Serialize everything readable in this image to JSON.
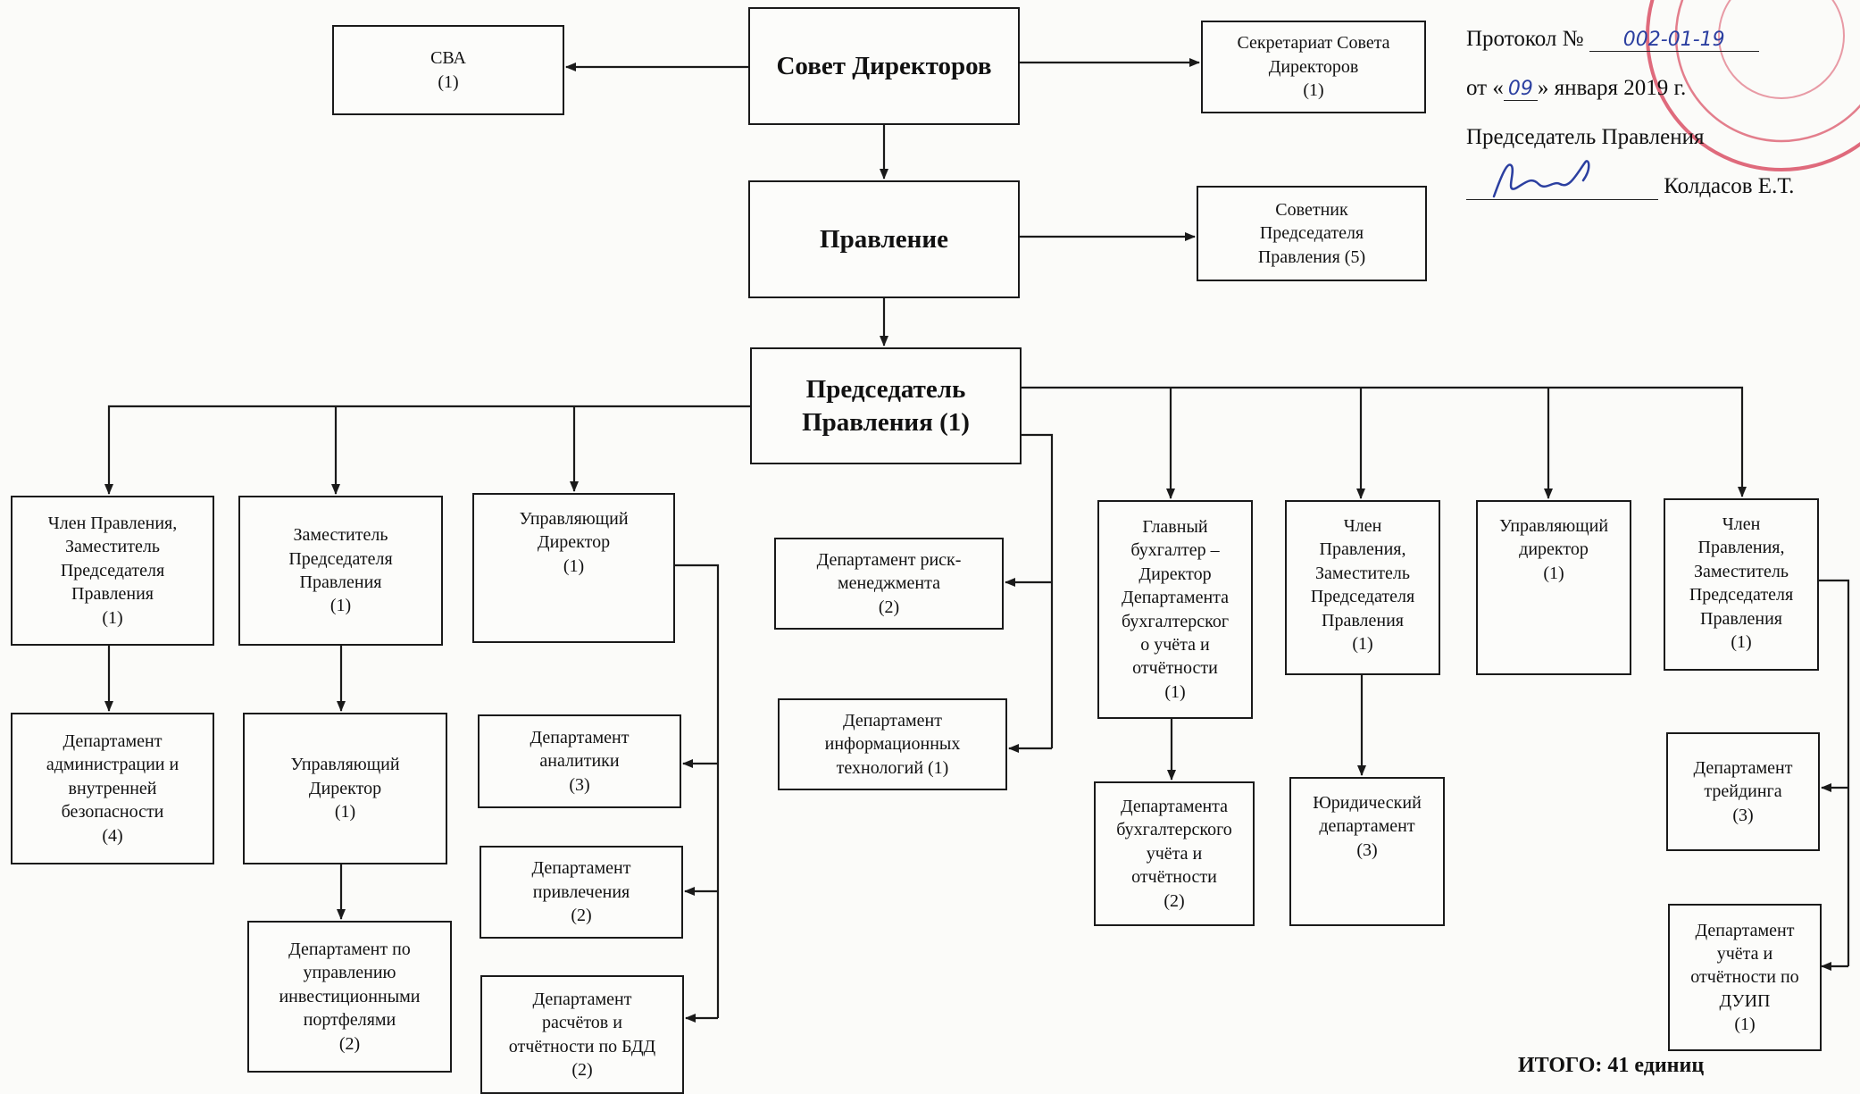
{
  "header": {
    "protocol_label": "Протокол №",
    "protocol_number": "002-01-19",
    "date_prefix": "от «",
    "date_day": "09",
    "date_suffix": "» января 2019 г.",
    "signer_title": "Председатель Правления",
    "signer_name": "Колдасов Е.Т."
  },
  "units": {
    "sva": "СВА\n(1)",
    "board_of_directors": "Совет Директоров",
    "bod_secretariat": "Секретариат Совета\nДиректоров\n(1)",
    "management_board": "Правление",
    "chairman_advisor": "Советник\nПредседателя\nПравления (5)",
    "chairman": "Председатель\nПравления (1)",
    "member_deputy_1": "Член Правления,\nЗаместитель\nПредседателя\nПравления\n(1)",
    "deputy_chairman": "Заместитель\nПредседателя\nПравления\n(1)",
    "managing_director_1": "Управляющий\nДиректор\n(1)",
    "risk_dept": "Департамент риск-\nменеджмента\n(2)",
    "it_dept": "Департамент\nинформационных\nтехнологий (1)",
    "chief_accountant": "Главный\nбухгалтер –\nДиректор\nДепартамента\nбухгалтерског\nо учёта и\nотчётности\n(1)",
    "member_deputy_2": "Член\nПравления,\nЗаместитель\nПредседателя\nПравления\n(1)",
    "managing_director_3": "Управляющий\nдиректор\n(1)",
    "member_deputy_3": "Член\nПравления,\nЗаместитель\nПредседателя\nПравления\n(1)",
    "admin_security_dept": "Департамент\nадминистрации и\nвнутренней\nбезопасности\n(4)",
    "managing_director_2": "Управляющий\nДиректор\n(1)",
    "portfolio_dept": "Департамент по\nуправлению\nинвестиционными\nпортфелями\n(2)",
    "analytics_dept": "Департамент\nаналитики\n(3)",
    "attraction_dept": "Департамент\nпривлечения\n(2)",
    "settlements_dept": "Департамент\nрасчётов и\nотчётности по БДД\n(2)",
    "accounting_dept": "Департамента\nбухгалтерского\nучёта и\nотчётности\n(2)",
    "legal_dept": "Юридический\nдепартамент\n(3)",
    "trading_dept": "Департамент\nтрейдинга\n(3)",
    "duip_dept": "Департамент\nучёта и\nотчётности по\nДУИП\n(1)"
  },
  "total": "ИТОГО: 41 единиц",
  "colors": {
    "line": "#1a1a1a",
    "stamp": "#d63a52",
    "ink": "#2b3fa0"
  }
}
